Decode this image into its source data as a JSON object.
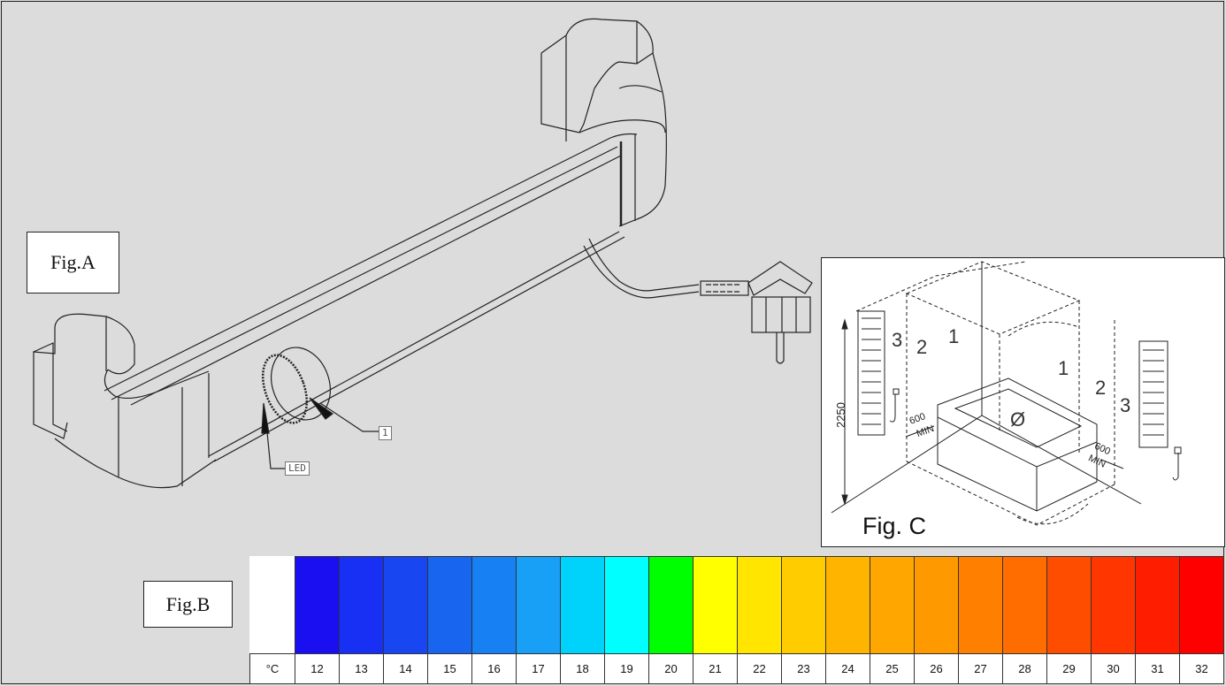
{
  "figures": {
    "fig_a": "Fig.A",
    "fig_b": "Fig.B",
    "fig_c": "Fig. C"
  },
  "callouts": {
    "led": "LED",
    "knob": "1"
  },
  "fig_c_labels": {
    "zone_1_left": "1",
    "zone_2_left": "2",
    "zone_3_left": "3",
    "zone_1_right": "1",
    "zone_2_right": "2",
    "zone_3_right": "3",
    "zone_0": "Ø",
    "height": "2250",
    "clearance_left": "600",
    "clearance_left_unit": "MIN",
    "clearance_right": "600",
    "clearance_right_unit": "MIN"
  },
  "temperature_scale": {
    "unit_label": "°C",
    "values": [
      "12",
      "13",
      "14",
      "15",
      "16",
      "17",
      "18",
      "19",
      "20",
      "21",
      "22",
      "23",
      "24",
      "25",
      "26",
      "27",
      "28",
      "29",
      "30",
      "31",
      "32"
    ],
    "colors": [
      "#1a0ff0",
      "#1730f3",
      "#1846f1",
      "#1866f0",
      "#1780f2",
      "#17a0f6",
      "#00d3fb",
      "#00ffff",
      "#00ff00",
      "#ffff00",
      "#ffe500",
      "#ffcc00",
      "#ffb400",
      "#ffa600",
      "#ff9900",
      "#ff7f00",
      "#ff6d00",
      "#ff4d00",
      "#ff3600",
      "#ff1d00",
      "#ff0000"
    ]
  }
}
